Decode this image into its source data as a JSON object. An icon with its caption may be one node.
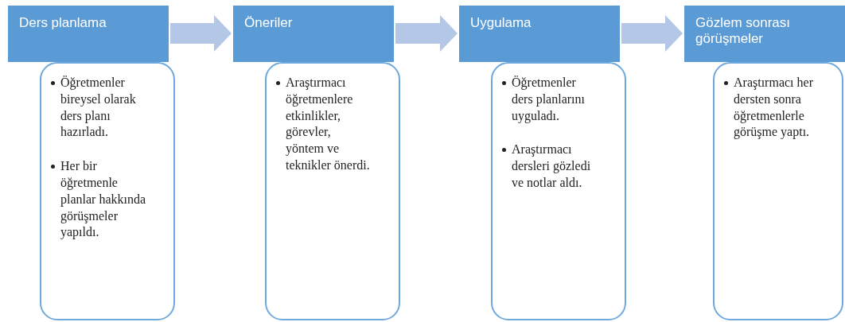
{
  "diagram": {
    "nodes": [
      {
        "text": [
          "Ders planlama"
        ]
      },
      {
        "text": [
          "Öğretmenler bireysel olarak ders planı hazırladı.",
          "Her bir öğretmenle planlar hakkında görüşmeler yapıldı."
        ]
      },
      {
        "text": [
          "Öneriler"
        ]
      },
      {
        "text": [
          "Araştırmacı öğretmenlere etkinlikler, görevler, yöntem ve teknikler önerdi."
        ]
      },
      {
        "text": [
          "Uygulama"
        ]
      },
      {
        "text": [
          "Öğretmenler ders planlarını uyguladı.",
          "Araştırmacı dersleri gözledi ve notlar aldı."
        ]
      },
      {
        "text": [
          "Gözlem sonrası görüşmeler"
        ]
      },
      {
        "text": [
          "Araştırmacı her dersten sonra öğretmenlerle görüşme yaptı."
        ]
      }
    ],
    "edges": [
      {
        "from": 0,
        "to": 2,
        "arrow": "to"
      },
      {
        "from": 2,
        "to": 4,
        "arrow": "to"
      },
      {
        "from": 4,
        "to": 6,
        "arrow": "to"
      }
    ]
  }
}
